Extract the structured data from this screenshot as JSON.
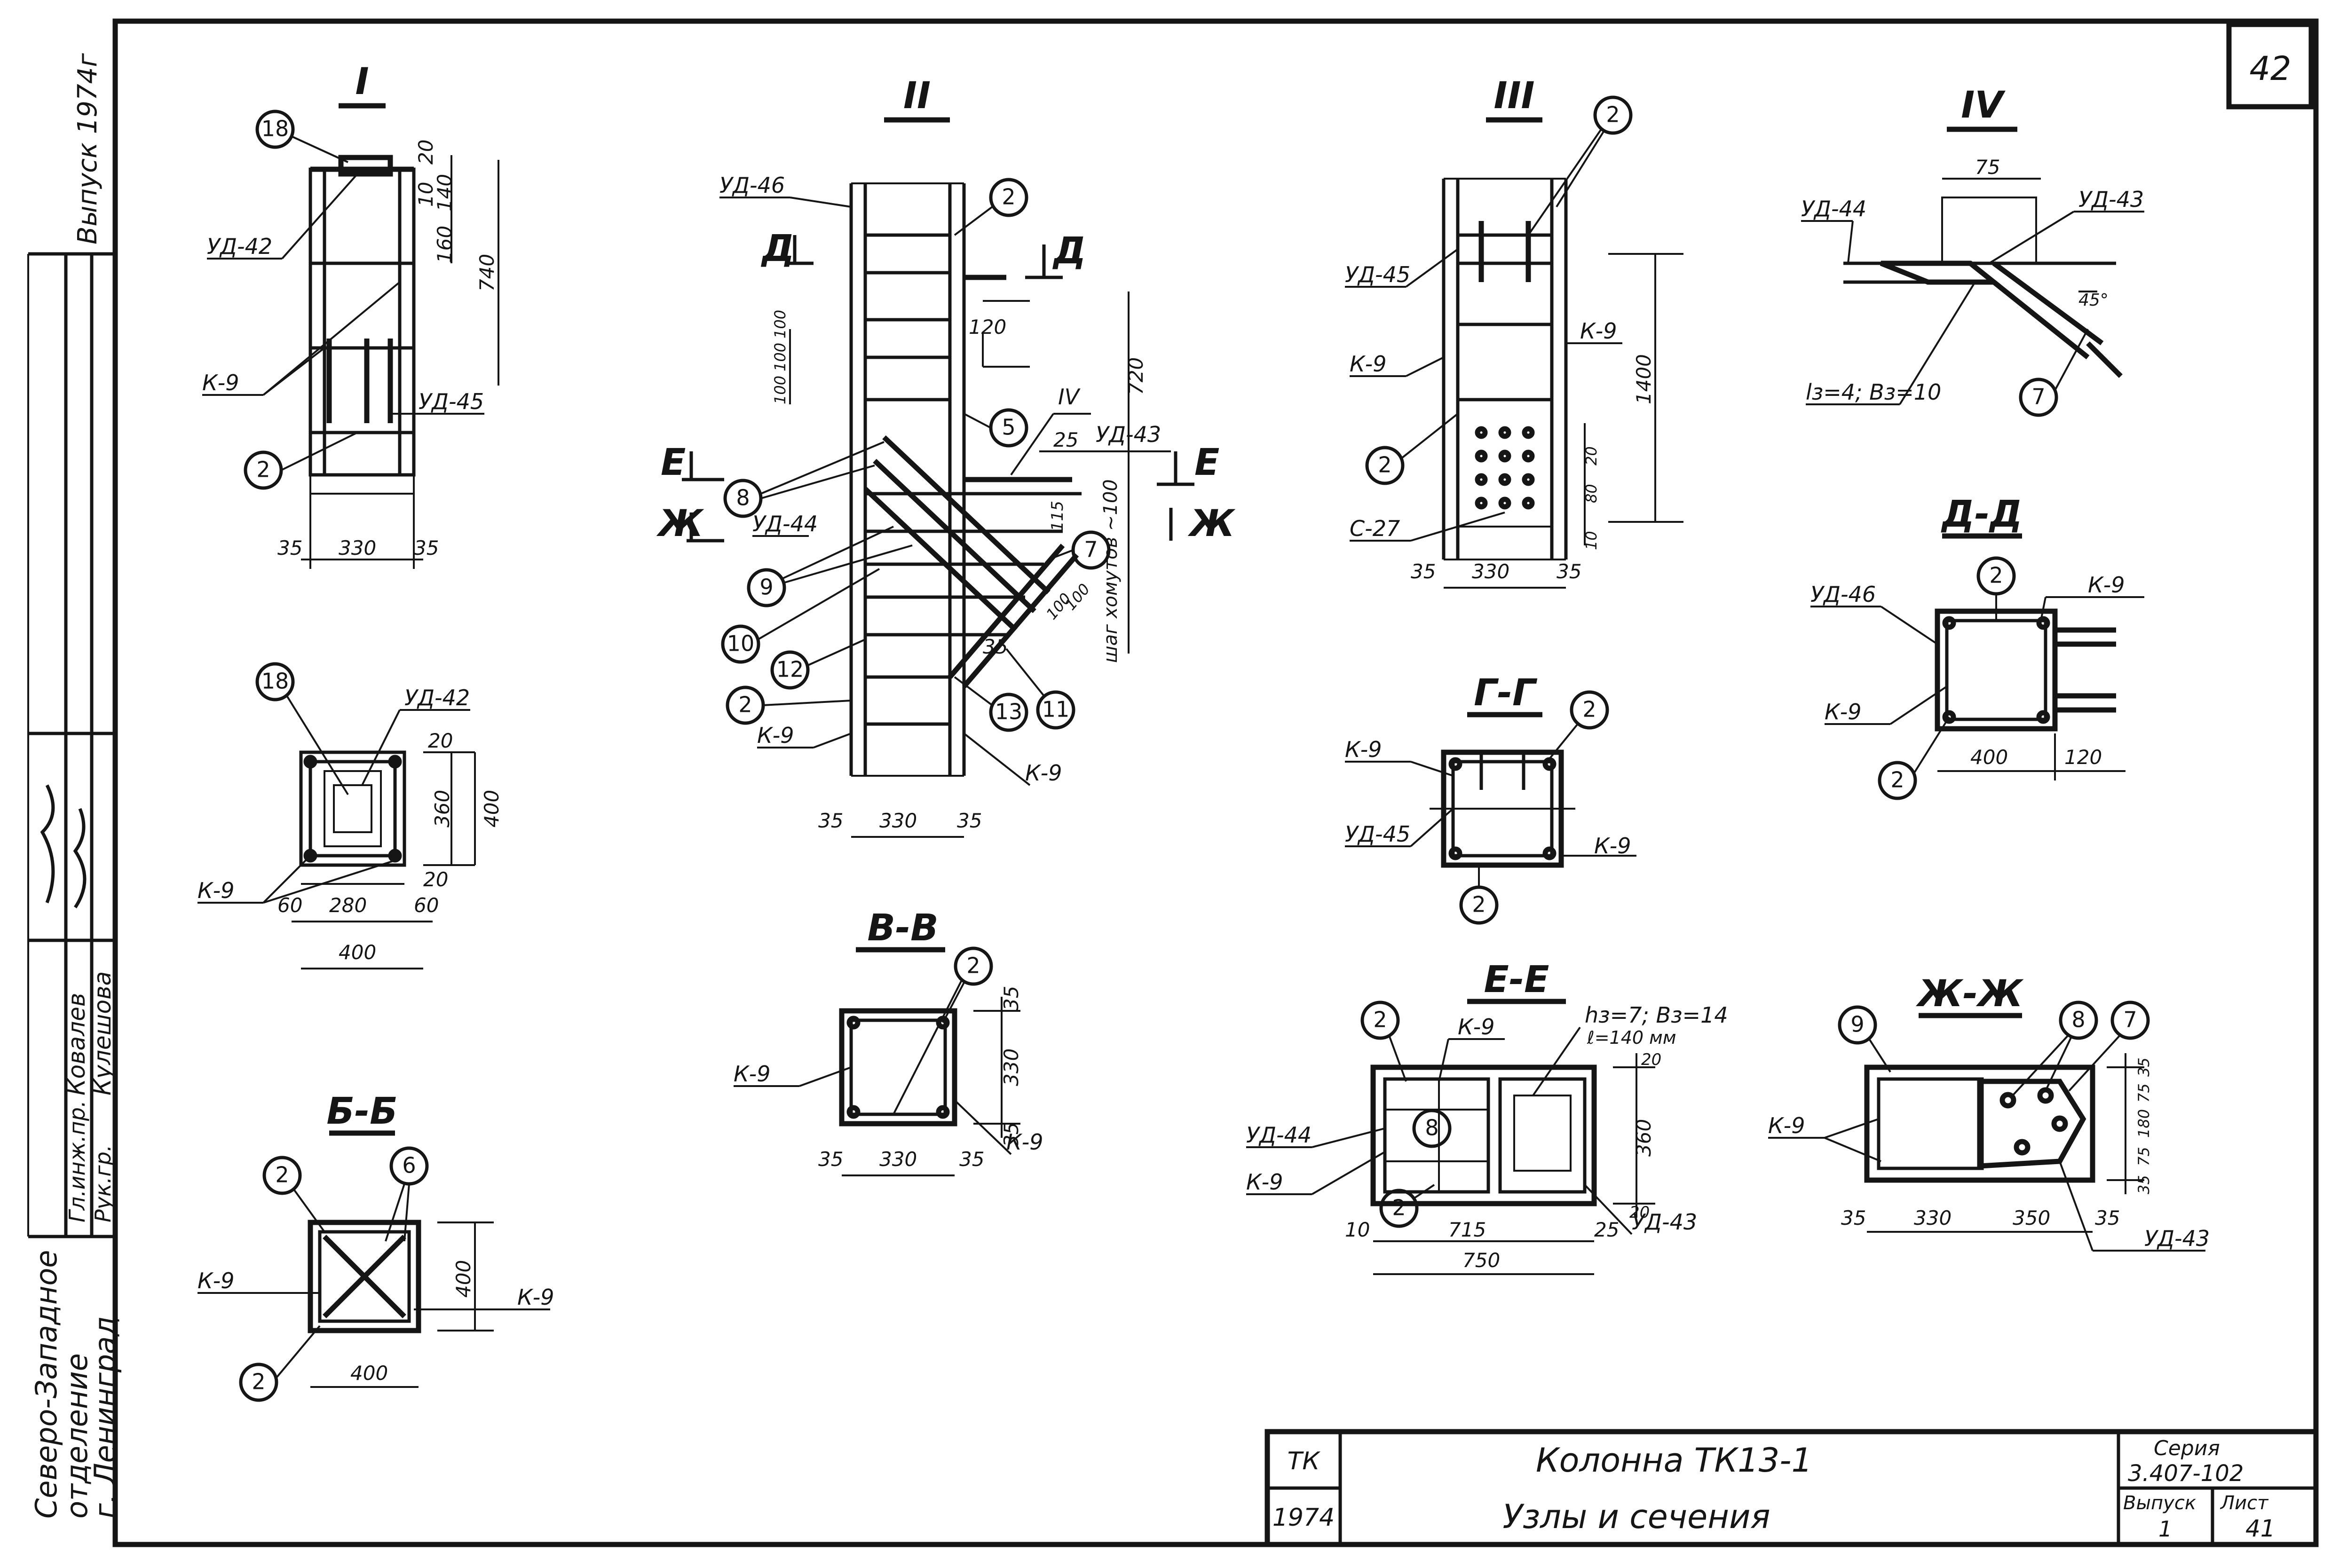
{
  "sheet": {
    "corner_number": "42",
    "issue_year": "Выпуск 1974г",
    "org_line1": "Северо-Западное",
    "org_line2": "отделение",
    "org_line3": "г. Ленинград"
  },
  "signatures": {
    "role1": "Гл.инж.пр.",
    "name1": "Ковалев",
    "role2": "Рук.гр.",
    "name2": "Кулешова"
  },
  "title_block": {
    "code": "ТК",
    "year": "1974",
    "title": "Колонна ТК13-1",
    "subtitle": "Узлы и сечения",
    "series_label": "Серия",
    "series_value": "3.407-102",
    "issue_label": "Выпуск",
    "issue_value": "1",
    "sheet_label": "Лист",
    "sheet_value": "41"
  },
  "views": {
    "v1": {
      "heading": "I",
      "labels": [
        "УД-42",
        "К-9",
        "УД-45"
      ],
      "marks": [
        "18",
        "2"
      ],
      "dims": [
        "20",
        "140",
        "10",
        "160",
        "740",
        "35",
        "330",
        "35"
      ]
    },
    "v2": {
      "heading": "II",
      "labels": [
        "УД-46",
        "Д",
        "Д",
        "Е",
        "Е",
        "Ж",
        "Ж",
        "УД-43",
        "УД-44",
        "К-9",
        "К-9",
        "IV",
        "шаг хомутов ~100"
      ],
      "marks": [
        "2",
        "5",
        "8",
        "9",
        "10",
        "12",
        "2",
        "7",
        "13",
        "11"
      ],
      "dims": [
        "120",
        "720",
        "100",
        "100",
        "100",
        "25",
        "115",
        "100",
        "100",
        "35",
        "35",
        "330",
        "35"
      ]
    },
    "v3": {
      "heading": "III",
      "labels": [
        "УД-45",
        "К-9",
        "К-9",
        "С-27"
      ],
      "marks": [
        "2",
        "2"
      ],
      "dims": [
        "1400",
        "20",
        "80",
        "10",
        "35",
        "330",
        "35"
      ]
    },
    "v4": {
      "heading": "IV",
      "labels": [
        "УД-44",
        "УД-43",
        "lз=4; Вз=10"
      ],
      "marks": [
        "7"
      ],
      "dims": [
        "75",
        "45°"
      ]
    },
    "sec_b": {
      "heading": "Б-Б",
      "labels": [
        "К-9",
        "К-9"
      ],
      "marks": [
        "2",
        "6",
        "2"
      ],
      "dims": [
        "400",
        "400"
      ]
    },
    "sec_v": {
      "heading": "В-В",
      "labels": [
        "К-9",
        "К-9"
      ],
      "marks": [
        "2"
      ],
      "dims": [
        "35",
        "330",
        "35",
        "35",
        "330",
        "35"
      ]
    },
    "sec_g": {
      "heading": "Г-Г",
      "labels": [
        "К-9",
        "УД-45",
        "К-9"
      ],
      "marks": [
        "2",
        "2"
      ]
    },
    "sec_d": {
      "heading": "Д-Д",
      "labels": [
        "УД-46",
        "К-9",
        "К-9"
      ],
      "marks": [
        "2",
        "2"
      ],
      "dims": [
        "400",
        "120"
      ]
    },
    "sec_e": {
      "heading": "Е-Е",
      "labels": [
        "К-9",
        "УД-44",
        "К-9",
        "УД-43",
        "hз=7; Вз=14",
        "ℓ=140 мм"
      ],
      "marks": [
        "2",
        "8",
        "2"
      ],
      "dims": [
        "20",
        "360",
        "20",
        "10",
        "715",
        "25",
        "750"
      ]
    },
    "sec_zh": {
      "heading": "Ж-Ж",
      "labels": [
        "К-9",
        "УД-43"
      ],
      "marks": [
        "9",
        "8",
        "7"
      ],
      "dims": [
        "35",
        "75",
        "180",
        "75",
        "35",
        "35",
        "330",
        "350",
        "35"
      ]
    },
    "sec_plan": {
      "labels": [
        "УД-42",
        "К-9"
      ],
      "marks": [
        "18"
      ],
      "dims": [
        "20",
        "360",
        "400",
        "20",
        "60",
        "280",
        "60",
        "400"
      ]
    }
  }
}
